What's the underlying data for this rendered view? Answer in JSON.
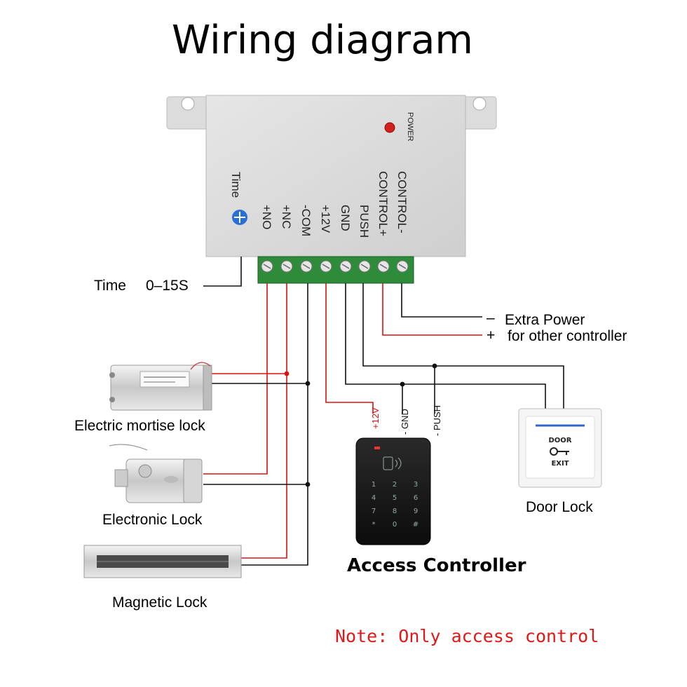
{
  "title": "Wiring diagram",
  "controller": {
    "power_label": "POWER",
    "time_label": "Time",
    "terminals": [
      "+NO",
      "+NC",
      "-COM",
      "+12V",
      "GND",
      "PUSH",
      "CONTROL+",
      "CONTROL-"
    ]
  },
  "time_range": {
    "label": "Time",
    "value": "0–15S"
  },
  "extra_power": {
    "minus_sign": "–",
    "plus_sign": "+",
    "line1": "Extra Power",
    "line2": "for other controller"
  },
  "devices": {
    "mortise_lock": "Electric mortise lock",
    "electronic_lock": "Electronic Lock",
    "magnetic_lock": "Magnetic Lock",
    "access_controller": "Access Controller",
    "door_lock": "Door Lock"
  },
  "access_wires": [
    "+12V",
    "- GND",
    "- PUSH"
  ],
  "exit_button": {
    "top": "DOOR",
    "bottom": "EXIT"
  },
  "keypad": [
    "1",
    "2",
    "3",
    "4",
    "5",
    "6",
    "7",
    "8",
    "9",
    "*",
    "0",
    "#"
  ],
  "note": "Note: Only access control",
  "colors": {
    "wire_black": "#111111",
    "wire_red": "#d11111",
    "note_red": "#e01818",
    "terminal_green": "#2e8b3a"
  }
}
